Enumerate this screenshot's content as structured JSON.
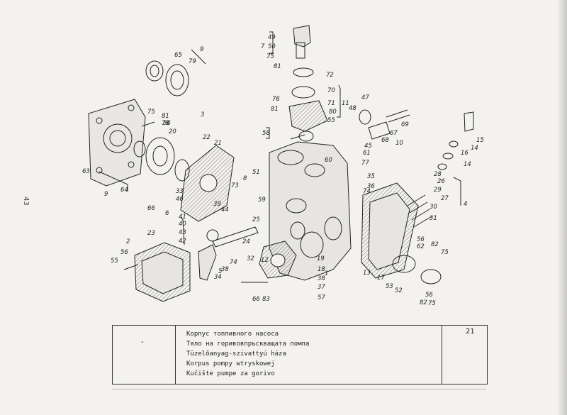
{
  "page": {
    "number": "43"
  },
  "diagram": {
    "labels": [
      "1",
      "2",
      "3",
      "4",
      "5",
      "6",
      "7",
      "8",
      "9",
      "9",
      "10",
      "11",
      "12",
      "13",
      "14",
      "14",
      "15",
      "16",
      "17",
      "18",
      "19",
      "20",
      "21",
      "22",
      "23",
      "24",
      "25",
      "26",
      "27",
      "28",
      "29",
      "30",
      "31",
      "32",
      "33",
      "34",
      "35",
      "36",
      "37",
      "38",
      "38",
      "39",
      "40",
      "41",
      "42",
      "43",
      "44",
      "45",
      "46",
      "47",
      "48",
      "49",
      "50",
      "51",
      "52",
      "53",
      "55",
      "55",
      "56",
      "56",
      "56",
      "56",
      "57",
      "58",
      "59",
      "60",
      "61",
      "62",
      "63",
      "64",
      "65",
      "66",
      "66",
      "67",
      "68",
      "69",
      "70",
      "71",
      "72",
      "73",
      "74",
      "74",
      "75",
      "75",
      "75",
      "75",
      "76",
      "77",
      "78",
      "79",
      "80",
      "81",
      "81",
      "81",
      "82",
      "82",
      "83"
    ]
  },
  "caption": {
    "dash": "-",
    "names": [
      "Корпус топливного насоса",
      "Тяло на горивовпръскващата помпа",
      "Tüzelőanyag-szivattyú háza",
      "Korpus pompy wtryskowej",
      "Kučište pumpe za gorivo"
    ],
    "plate": "21"
  }
}
